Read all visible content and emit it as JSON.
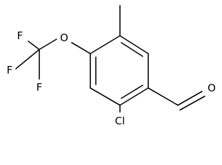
{
  "molecule": {
    "atoms": {
      "f_top": "F",
      "f_left": "F",
      "f_bottom": "F",
      "oxygen_ether": "O",
      "oxygen_aldehyde": "O",
      "chlorine": "Cl"
    }
  }
}
